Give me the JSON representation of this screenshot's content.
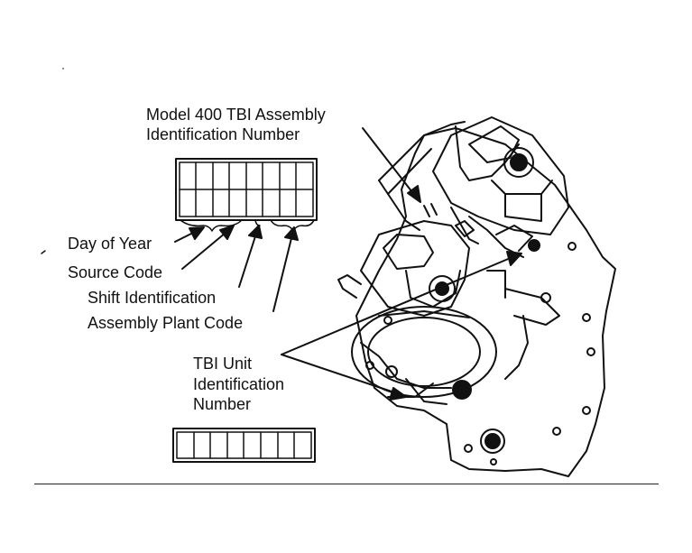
{
  "diagram": {
    "assembly_label_line1": "Model 400 TBI Assembly",
    "assembly_label_line2": "Identification Number",
    "code_labels": [
      "Day of Year",
      "Source Code",
      "Shift Identification",
      "Assembly Plant Code"
    ],
    "unit_label_line1": "TBI Unit",
    "unit_label_line2": "Identification",
    "unit_label_line3": "Number",
    "assembly_grid": {
      "rows": 2,
      "columns": 8
    },
    "unit_grid": {
      "rows": 1,
      "columns": 8
    }
  }
}
